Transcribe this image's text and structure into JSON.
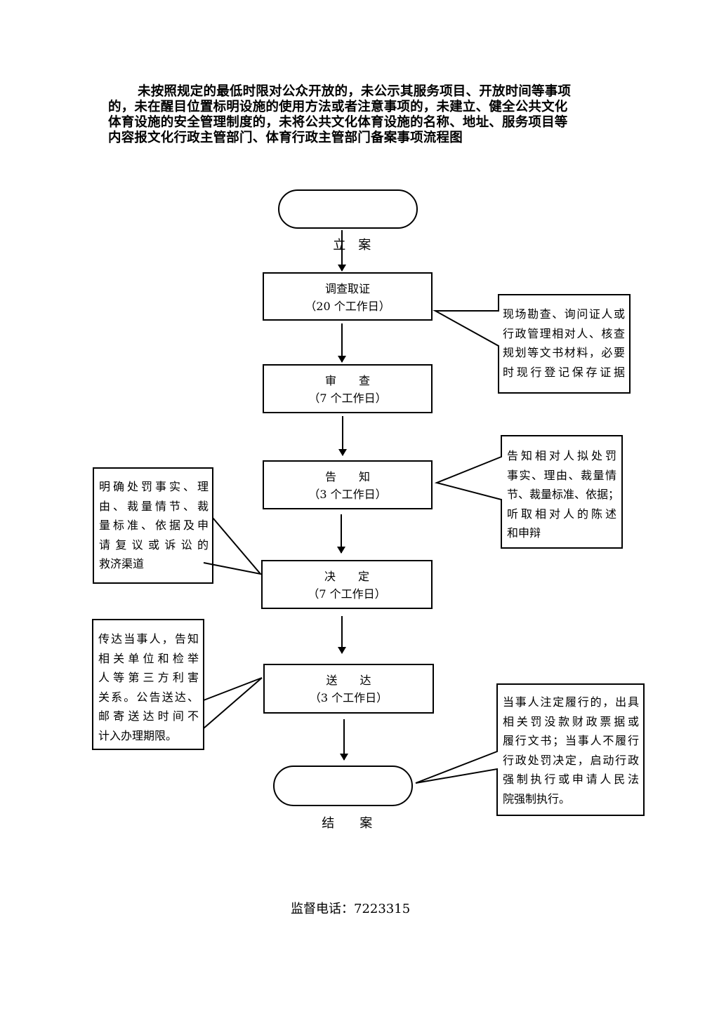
{
  "title": [
    "未按照规定的最低时限对公众开放的，未公示其服务项目、开放时间等事项",
    "的，未在醒目位置标明设施的使用方法或者注意事项的，未建立、健全公共文化",
    "体育设施的安全管理制度的，未将公共文化体育设施的名称、地址、服务项目等",
    "内容报文化行政主管部门、体育行政主管部门备案事项流程图"
  ],
  "start": {
    "label": "立　案"
  },
  "steps": [
    {
      "label": "调查取证",
      "duration": "（20 个工作日）"
    },
    {
      "label": "审　　查",
      "duration": "（7 个工作日）"
    },
    {
      "label": "告　　知",
      "duration": "（3 个工作日）"
    },
    {
      "label": "决　　定",
      "duration": "（7 个工作日）"
    },
    {
      "label": "送　　达",
      "duration": "（3 个工作日）"
    }
  ],
  "end": {
    "label": "结　　案"
  },
  "notes": {
    "investigation": [
      "现场勘查、询问证人或",
      "行政管理相对人、核查",
      "规划等文书材料，必要",
      "时现行登记保存证据"
    ],
    "notify": [
      "告知相对人拟处罚",
      "事实、理由、裁量情",
      "节、裁量标准、依据；",
      "听取相对人的陈述",
      "和申辩"
    ],
    "decision": [
      "明确处罚事实、理",
      "由、裁量情节、裁",
      "量标准、依据及申",
      "请复议或诉讼的",
      "救济渠道"
    ],
    "delivery": [
      "传达当事人，告知",
      "相关单位和检举",
      "人等第三方利害",
      "关系。公告送达、",
      "邮寄送达时间不",
      "计入办理期限。"
    ],
    "close": [
      "当事人注定履行的，出具",
      "相关罚没款财政票据或",
      "履行文书；当事人不履行",
      "行政处罚决定，启动行政",
      "强制执行或申请人民法",
      "院强制执行。"
    ]
  },
  "footer": "监督电话：7223315"
}
